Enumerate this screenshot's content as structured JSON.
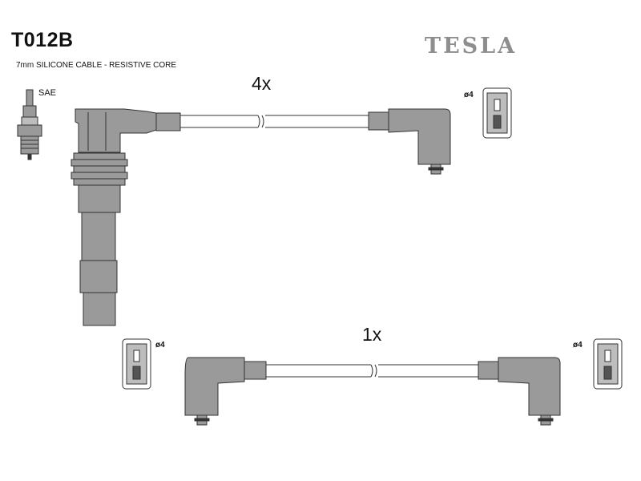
{
  "header": {
    "part_code": "T012B",
    "description": "7mm SILICONE CABLE - RESISTIVE CORE",
    "brand": "TESLA"
  },
  "spark_plug": {
    "label": "SAE",
    "icon": "spark-plug-icon"
  },
  "leads": [
    {
      "quantity": "4x",
      "terminal_diameter": "ø4"
    },
    {
      "quantity": "1x",
      "terminal_left_diameter": "ø4",
      "terminal_right_diameter": "ø4"
    }
  ],
  "colors": {
    "part_fill": "#9a9a9a",
    "outline": "#333333",
    "brand": "#8e8e8e"
  }
}
